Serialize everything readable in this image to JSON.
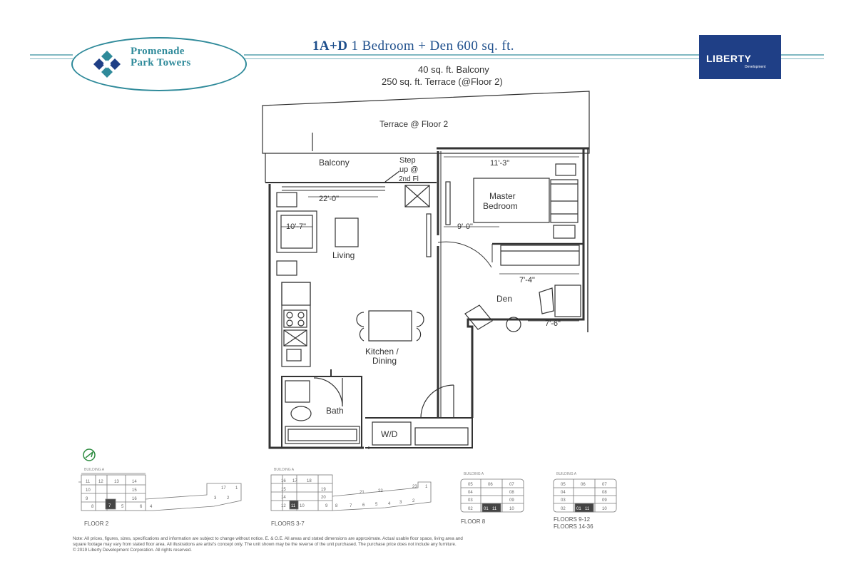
{
  "header": {
    "brand_line1": "Promenade",
    "brand_line2": "Park Towers",
    "unit_code": "1A+D",
    "unit_title": "1 Bedroom + Den 600 sq. ft.",
    "balcony_line": "40 sq. ft. Balcony",
    "terrace_line": "250 sq. ft. Terrace (@Floor 2)",
    "developer_name": "LIBERTY",
    "developer_sub": "Development"
  },
  "plan": {
    "terrace": "Terrace @ Floor 2",
    "balcony": "Balcony",
    "step_line1": "Step",
    "step_line2": "up @",
    "step_line3": "2nd Fl",
    "dim_balcony": "22'-0\"",
    "dim_bedroom_width": "11'-3\"",
    "master_line1": "Master",
    "master_line2": "Bedroom",
    "dim_living": "10'-7\"",
    "dim_bedroom_depth": "9'-0\"",
    "living": "Living",
    "dim_den_width": "7'-4\"",
    "den": "Den",
    "dim_den_depth": "7'-6\"",
    "kitchen_line1": "Kitchen /",
    "kitchen_line2": "Dining",
    "bath": "Bath",
    "wd": "W/D"
  },
  "keyplans": {
    "building_label": "BUILDING A",
    "floor2": {
      "label": "FLOOR 2",
      "units": [
        "11",
        "12",
        "13",
        "14",
        "10",
        "15",
        "9",
        "16",
        "8",
        "7",
        "5",
        "6",
        "4",
        "17",
        "1",
        "3",
        "2"
      ]
    },
    "floors3_7": {
      "label": "FLOORS 3-7",
      "units": [
        "16",
        "17",
        "18",
        "15",
        "19",
        "14",
        "20",
        "21",
        "22",
        "23",
        "1",
        "12",
        "11",
        "10",
        "9",
        "8",
        "7",
        "6",
        "5",
        "4",
        "3",
        "2"
      ]
    },
    "floor8": {
      "label": "FLOOR 8",
      "units": [
        "05",
        "06",
        "07",
        "04",
        "08",
        "03",
        "09",
        "02",
        "01",
        "11",
        "10"
      ]
    },
    "floors9_36": {
      "label_line1": "FLOORS 9-12",
      "label_line2": "FLOORS 14-36",
      "units": [
        "05",
        "06",
        "07",
        "04",
        "08",
        "03",
        "09",
        "02",
        "01",
        "11",
        "10"
      ]
    }
  },
  "footnote": {
    "line1": "Note: All prices, figures, sizes, specifications and information are subject to change without notice. E. & O.E. All areas and stated dimensions are approximate. Actual usable floor space, living area and",
    "line2": "square footage may vary from stated floor area. All illustrations are artist's concept only. The unit shown may be the reverse of the unit purchased. The purchase price does not include any furniture.",
    "line3": "© 2019 Liberty Development Corporation. All rights reserved."
  }
}
